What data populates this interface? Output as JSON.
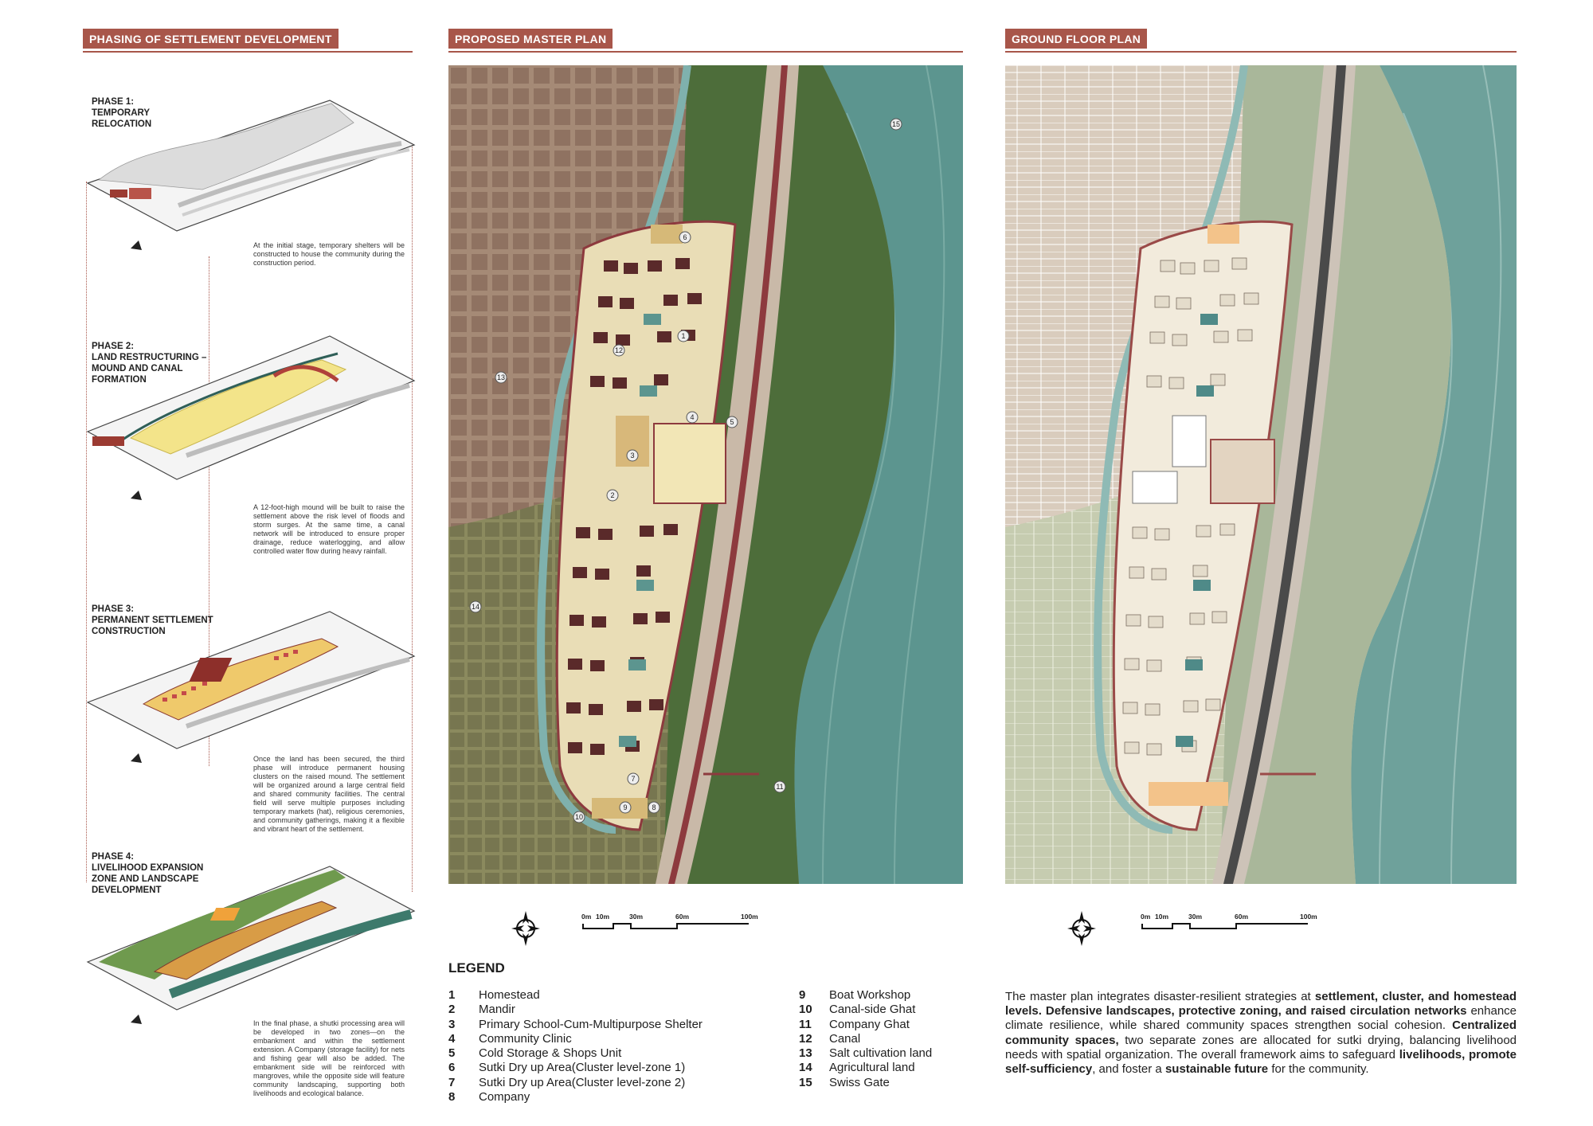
{
  "sections": {
    "phasing": "PHASING OF SETTLEMENT DEVELOPMENT",
    "master_plan": "PROPOSED MASTER PLAN",
    "ground_floor": "GROUND FLOOR PLAN"
  },
  "phases": [
    {
      "title_lines": [
        "PHASE 1:",
        "TEMPORARY",
        "RELOCATION"
      ],
      "desc": "At the initial stage, temporary shelters will be constructed to house the community during the construction period."
    },
    {
      "title_lines": [
        "PHASE 2:",
        "LAND RESTRUCTURING –",
        "MOUND AND CANAL",
        "FORMATION"
      ],
      "desc": "A 12-foot-high mound will be built to raise the settlement above the risk level of floods and storm surges. At the same time, a canal network will be introduced to ensure proper drainage, reduce waterlogging, and allow controlled water flow during heavy rainfall."
    },
    {
      "title_lines": [
        "PHASE 3:",
        "PERMANENT SETTLEMENT",
        "CONSTRUCTION"
      ],
      "desc": "Once the land has been secured, the third phase will introduce permanent housing clusters on the raised mound. The settlement will be organized around a large central field and shared community facilities. The central field will serve multiple purposes including temporary markets (hat), religious ceremonies, and community gatherings, making it a flexible and vibrant heart of the settlement."
    },
    {
      "title_lines": [
        "PHASE 4:",
        "LIVELIHOOD EXPANSION",
        "ZONE AND LANDSCAPE",
        "DEVELOPMENT"
      ],
      "desc": "In the final phase, a shutki processing area will be developed in two zones—on the embankment and within the settlement extension. A Company (storage facility) for nets and fishing gear will also be added. The embankment side will be reinforced with mangroves, while the opposite side will feature community landscaping, supporting both livelihoods and ecological balance."
    }
  ],
  "plan_labels": [
    "1",
    "2",
    "3",
    "4",
    "5",
    "6",
    "7",
    "8",
    "9",
    "10",
    "11",
    "12",
    "13",
    "14",
    "15"
  ],
  "scale_bar": {
    "ticks": [
      "0m",
      "10m",
      "30m",
      "60m",
      "100m"
    ]
  },
  "legend": {
    "title": "LEGEND",
    "items": [
      {
        "num": "1",
        "label": "Homestead"
      },
      {
        "num": "2",
        "label": "Mandir"
      },
      {
        "num": "3",
        "label": "Primary School-Cum-Multipurpose Shelter"
      },
      {
        "num": "4",
        "label": "Community Clinic"
      },
      {
        "num": "5",
        "label": "Cold Storage & Shops Unit"
      },
      {
        "num": "6",
        "label": "Sutki Dry up Area(Cluster level-zone 1)"
      },
      {
        "num": "7",
        "label": "Sutki Dry up Area(Cluster level-zone 2)"
      },
      {
        "num": "8",
        "label": "Company"
      },
      {
        "num": "9",
        "label": "Boat Workshop"
      },
      {
        "num": "10",
        "label": "Canal-side Ghat"
      },
      {
        "num": "11",
        "label": "Company Ghat"
      },
      {
        "num": "12",
        "label": "Canal"
      },
      {
        "num": "13",
        "label": "Salt cultivation land"
      },
      {
        "num": "14",
        "label": "Agricultural land"
      },
      {
        "num": "15",
        "label": "Swiss Gate"
      }
    ]
  },
  "summary": [
    {
      "t": "The master plan integrates disaster-resilient strategies at ",
      "b": false
    },
    {
      "t": "settlement, cluster, and homestead levels.",
      "b": true
    },
    {
      "t": " ",
      "b": false
    },
    {
      "t": "Defensive landscapes, protective zoning, and raised circulation networks",
      "b": true
    },
    {
      "t": " enhance climate resilience, while shared community spaces strengthen social cohesion. ",
      "b": false
    },
    {
      "t": "Centralized community spaces,",
      "b": true
    },
    {
      "t": " two separate zones are allocated for sutki drying, balancing livelihood needs with spatial organization. The overall framework aims to safeguard ",
      "b": false
    },
    {
      "t": "livelihoods, promote self-sufficiency",
      "b": true
    },
    {
      "t": ", and foster a ",
      "b": false
    },
    {
      "t": "sustainable future",
      "b": true
    },
    {
      "t": " for the community.",
      "b": false
    }
  ],
  "colors": {
    "accent": "#a8564a",
    "water": "#4f8a88",
    "road": "#8d3a3e",
    "mound": "#efd9a6",
    "house": "#5a2a2a"
  }
}
